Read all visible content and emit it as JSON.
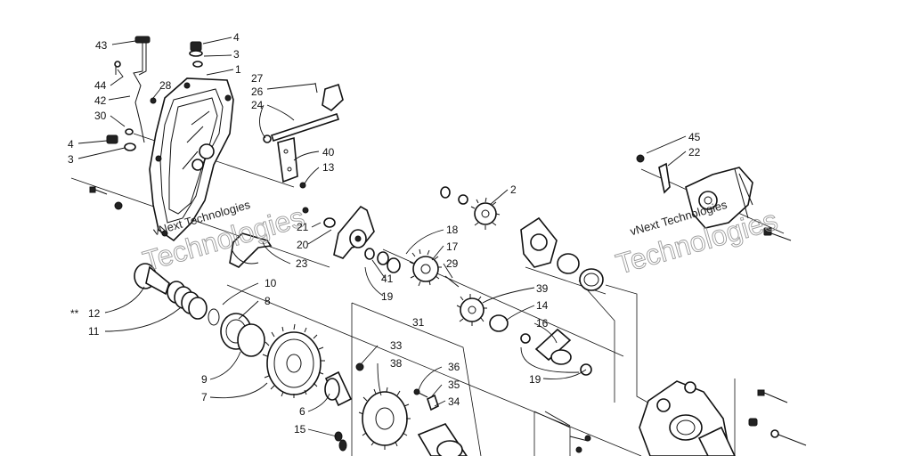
{
  "watermarks": [
    {
      "small": "vNext Technologies",
      "large": "Technologies"
    },
    {
      "small": "vNext Technologies",
      "large": "Technologies"
    }
  ],
  "callouts": {
    "c43": "43",
    "c4a": "4",
    "c3a": "3",
    "c1": "1",
    "c44": "44",
    "c42": "42",
    "c28": "28",
    "c30": "30",
    "c4b": "4",
    "c3b": "3",
    "c27": "27",
    "c26": "26",
    "c24": "24",
    "c40": "40",
    "c13": "13",
    "c45": "45",
    "c22": "22",
    "c2": "2",
    "c18": "18",
    "c17": "17",
    "c29": "29",
    "c21": "21",
    "c20": "20",
    "c23": "23",
    "c41": "41",
    "c19a": "19",
    "c10": "10",
    "c8": "8",
    "c12": "12",
    "c12_prefix": "**",
    "c11": "11",
    "c31": "31",
    "c39": "39",
    "c14": "14",
    "c16": "16",
    "c19b": "19",
    "c33": "33",
    "c38": "38",
    "c36": "36",
    "c35": "35",
    "c34": "34",
    "c9": "9",
    "c7": "7",
    "c6": "6",
    "c15": "15"
  }
}
